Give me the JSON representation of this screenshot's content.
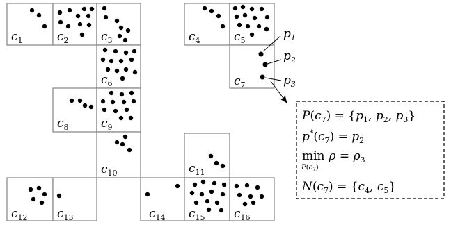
{
  "cells": [
    {
      "label": "c",
      "index": "1"
    },
    {
      "label": "c",
      "index": "2"
    },
    {
      "label": "c",
      "index": "3"
    },
    {
      "label": "c",
      "index": "4"
    },
    {
      "label": "c",
      "index": "5"
    },
    {
      "label": "c",
      "index": "6"
    },
    {
      "label": "c",
      "index": "7"
    },
    {
      "label": "c",
      "index": "8"
    },
    {
      "label": "c",
      "index": "9"
    },
    {
      "label": "c",
      "index": "10"
    },
    {
      "label": "c",
      "index": "11"
    },
    {
      "label": "c",
      "index": "12"
    },
    {
      "label": "c",
      "index": "13"
    },
    {
      "label": "c",
      "index": "14"
    },
    {
      "label": "c",
      "index": "15"
    },
    {
      "label": "c",
      "index": "16"
    }
  ],
  "points": [
    {
      "label": "p",
      "index": "1"
    },
    {
      "label": "p",
      "index": "2"
    },
    {
      "label": "p",
      "index": "3"
    }
  ],
  "formula": {
    "line1": {
      "a": "P",
      "b": "(",
      "c": "c",
      "c_sub": "7",
      "d": ") = {",
      "e": "p",
      "e_sub": "1",
      "f": ", ",
      "g": "p",
      "g_sub": "2",
      "h": ", ",
      "i": "p",
      "i_sub": "3",
      "j": "}"
    },
    "line2": {
      "a": "p",
      "sup": "*",
      "b": "(",
      "c": "c",
      "c_sub": "7",
      "d": ") = ",
      "e": "p",
      "e_sub": "2"
    },
    "line3": {
      "op": "min",
      "sub_P": "P",
      "sub_open": "(",
      "sub_c": "c",
      "sub_c_idx": "7",
      "sub_close": ")",
      "rho": "ρ",
      "eq": " = ",
      "rho2": "ρ",
      "rho2_sub": "3"
    },
    "line4": {
      "a": "N",
      "b": "(",
      "c": "c",
      "c_sub": "7",
      "d": ") = {",
      "e": "c",
      "e_sub": "4",
      "f": ", ",
      "g": "c",
      "g_sub": "5",
      "h": "}"
    }
  },
  "colors": {
    "grid": "#8c8c8c",
    "ink": "#000000"
  }
}
